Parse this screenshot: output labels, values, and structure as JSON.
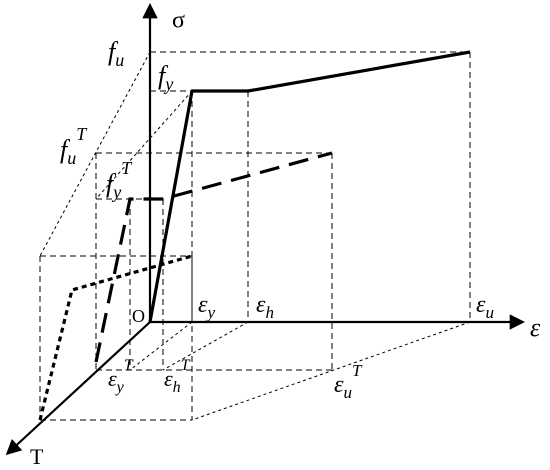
{
  "axes": {
    "sigma": "σ",
    "epsilon": "ε",
    "temperature": "T",
    "origin": "O"
  },
  "labels": {
    "fu": {
      "base": "f",
      "sub": "u"
    },
    "fy": {
      "base": "f",
      "sub": "y"
    },
    "fuT": {
      "base": "f",
      "sub": "u",
      "sup": "T"
    },
    "fyT": {
      "base": "f",
      "sub": "y",
      "sup": "T"
    },
    "ey": {
      "base": "ε",
      "sub": "y"
    },
    "eh": {
      "base": "ε",
      "sub": "h"
    },
    "eu": {
      "base": "ε",
      "sub": "u"
    },
    "eyT": {
      "base": "ε",
      "sub": "y",
      "sup": "T"
    },
    "ehT": {
      "base": "ε",
      "sub": "h",
      "sup": "T"
    },
    "euT": {
      "base": "ε",
      "sub": "u",
      "sup": "T"
    }
  }
}
